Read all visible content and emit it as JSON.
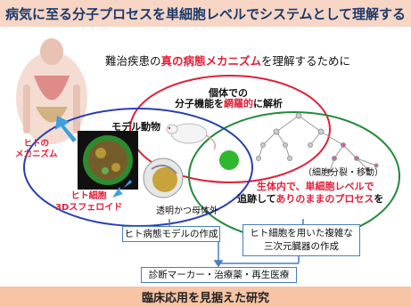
{
  "title": "病気に至る分子プロセスを単細胞レベルでシステムとして理解する",
  "subtitle": {
    "prefix": "難治疾患の",
    "highlight": "真の病態メカニズム",
    "suffix": "を理解するために"
  },
  "individual_label": {
    "line1": "個体での",
    "line2_prefix": "分子機能を",
    "line2_highlight": "網羅的",
    "line2_suffix": "に解析"
  },
  "model_animal_label": "モデル動物",
  "human_mechanism_label": {
    "line1": "ヒトの",
    "line2": "メカニズム"
  },
  "human_cell_label": {
    "line1": "ヒト細胞",
    "line2": "3Dスフェロイド"
  },
  "transparent_label": "透明かつ母体外",
  "cell_division_label": "（細胞分裂・移動）",
  "in_vivo_label": {
    "line1": "生体内で、単細胞レベルで",
    "line2_prefix": "追跡して",
    "line2_highlight": "ありのままのプロセス",
    "line2_suffix": "を"
  },
  "box_human_model": "ヒト病態モデルの作成",
  "box_organ": {
    "line1": "ヒト細胞を用いた複雑な",
    "line2": "三次元臓器の作成"
  },
  "box_diagnostic": "診断マーカー・治療薬・再生医療",
  "bottom_banner": "臨床応用を見据えた研究",
  "colors": {
    "red_ellipse": "#e0203a",
    "blue_ellipse": "#2a3fb0",
    "green_ellipse": "#1f8a3a",
    "box_border": "#4a7cc0",
    "arrow": "#3aa0e0"
  }
}
